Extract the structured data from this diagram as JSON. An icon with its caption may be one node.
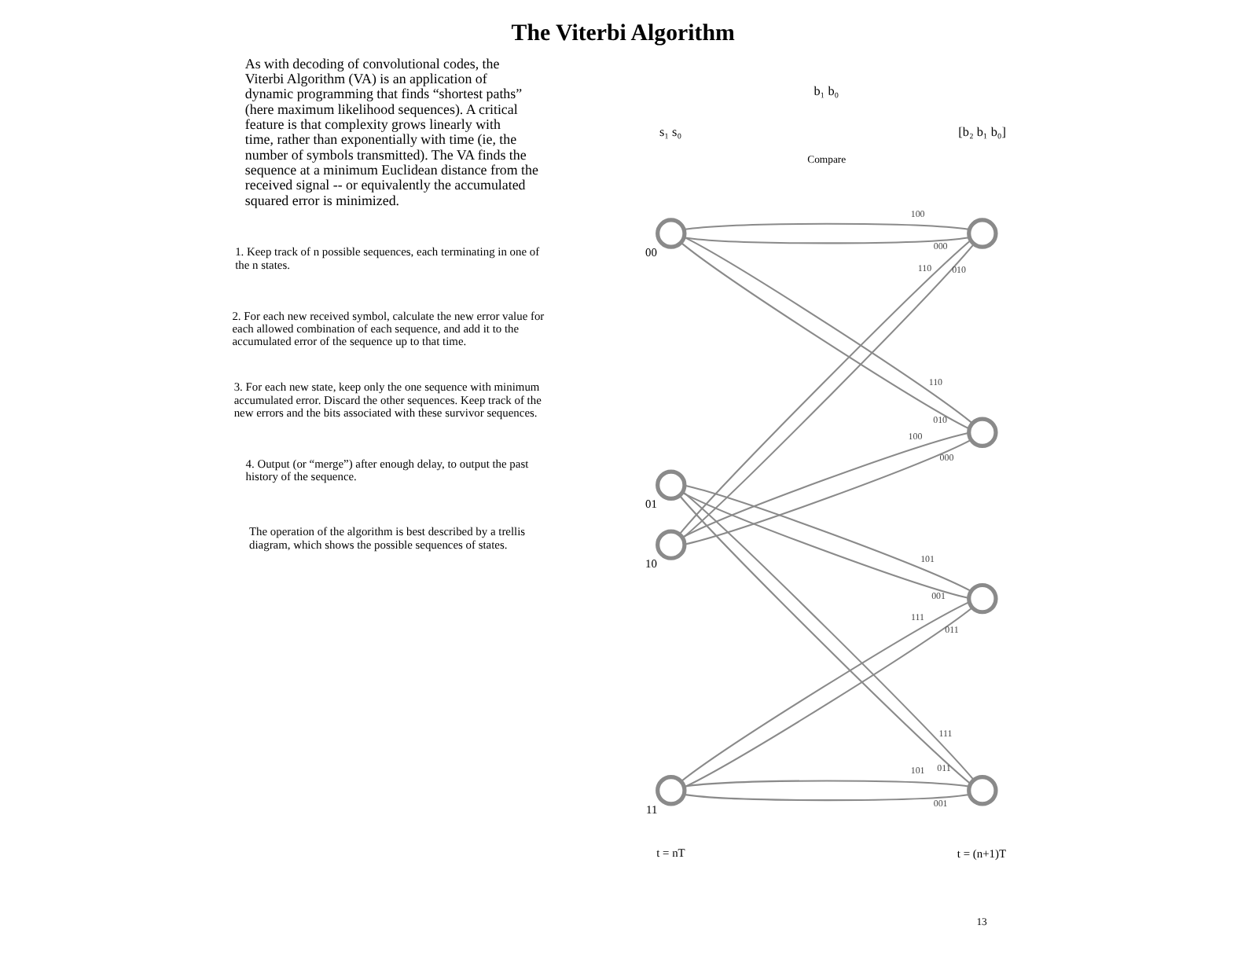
{
  "diagram": {
    "title": "The Viterbi Algorithm",
    "nodes": [
      {
        "text": [],
        "shape": "circle",
        "beside": [
          "00"
        ]
      },
      {
        "text": [],
        "shape": "circle",
        "beside": [
          "01"
        ]
      },
      {
        "text": [],
        "shape": "circle",
        "beside": [
          "10"
        ]
      },
      {
        "text": [],
        "shape": "circle",
        "beside": [
          "11"
        ]
      },
      {
        "text": [],
        "shape": "circle"
      },
      {
        "text": [],
        "shape": "circle"
      },
      {
        "text": [],
        "shape": "circle"
      },
      {
        "text": [],
        "shape": "circle"
      }
    ],
    "edges": [
      {
        "from": 0,
        "to": 4,
        "arrow": "none",
        "label": "000"
      },
      {
        "from": 0,
        "to": 4,
        "arrow": "none",
        "label": "100"
      },
      {
        "from": 0,
        "to": 5,
        "arrow": "none",
        "label": "010"
      },
      {
        "from": 0,
        "to": 5,
        "arrow": "none",
        "label": "110"
      },
      {
        "from": 1,
        "to": 6,
        "arrow": "none",
        "label": "001"
      },
      {
        "from": 1,
        "to": 6,
        "arrow": "none",
        "label": "101"
      },
      {
        "from": 1,
        "to": 7,
        "arrow": "none",
        "label": "011"
      },
      {
        "from": 1,
        "to": 7,
        "arrow": "none",
        "label": "111"
      },
      {
        "from": 2,
        "to": 4,
        "arrow": "none",
        "label": "010"
      },
      {
        "from": 2,
        "to": 4,
        "arrow": "none",
        "label": "110"
      },
      {
        "from": 2,
        "to": 5,
        "arrow": "none",
        "label": "000"
      },
      {
        "from": 2,
        "to": 5,
        "arrow": "none",
        "label": "100"
      },
      {
        "from": 3,
        "to": 6,
        "arrow": "none",
        "label": "011"
      },
      {
        "from": 3,
        "to": 6,
        "arrow": "none",
        "label": "111"
      },
      {
        "from": 3,
        "to": 7,
        "arrow": "none",
        "label": "001"
      },
      {
        "from": 3,
        "to": 7,
        "arrow": "none",
        "label": "101"
      }
    ],
    "labels": [
      "As with decoding of convolutional codes, the Viterbi Algorithm (VA) is an application of dynamic programming that finds “shortest paths” (here maximum likelihood sequences). A critical feature is that complexity grows linearly with time, rather than exponentially with time (ie, the number of symbols transmitted). The VA finds the sequence at a minimum Euclidean distance from the received signal -- or equivalently the accumulated squared error is minimized.",
      "s₁ s₀",
      "b₁ b₀",
      "[b₂ b₁ b₀]",
      "Compare",
      "1. Keep track of n possible sequences, each terminating in one of the n states.",
      "2. For each new received symbol, calculate the new error value for each allowed combination of each sequence, and add it to the accumulated error of the sequence up to that time.",
      "3. For each new state, keep only the one sequence with minimum accumulated error. Discard the other sequences. Keep track of the new errors and the bits associated with these survivor sequences.",
      "4. Output (or “merge”) after enough delay, to output the past history of the sequence.",
      "The operation of the algorithm is best described by a trellis diagram, which shows the possible sequences of states.",
      "t = nT",
      "t = (n+1)T",
      "13"
    ]
  }
}
